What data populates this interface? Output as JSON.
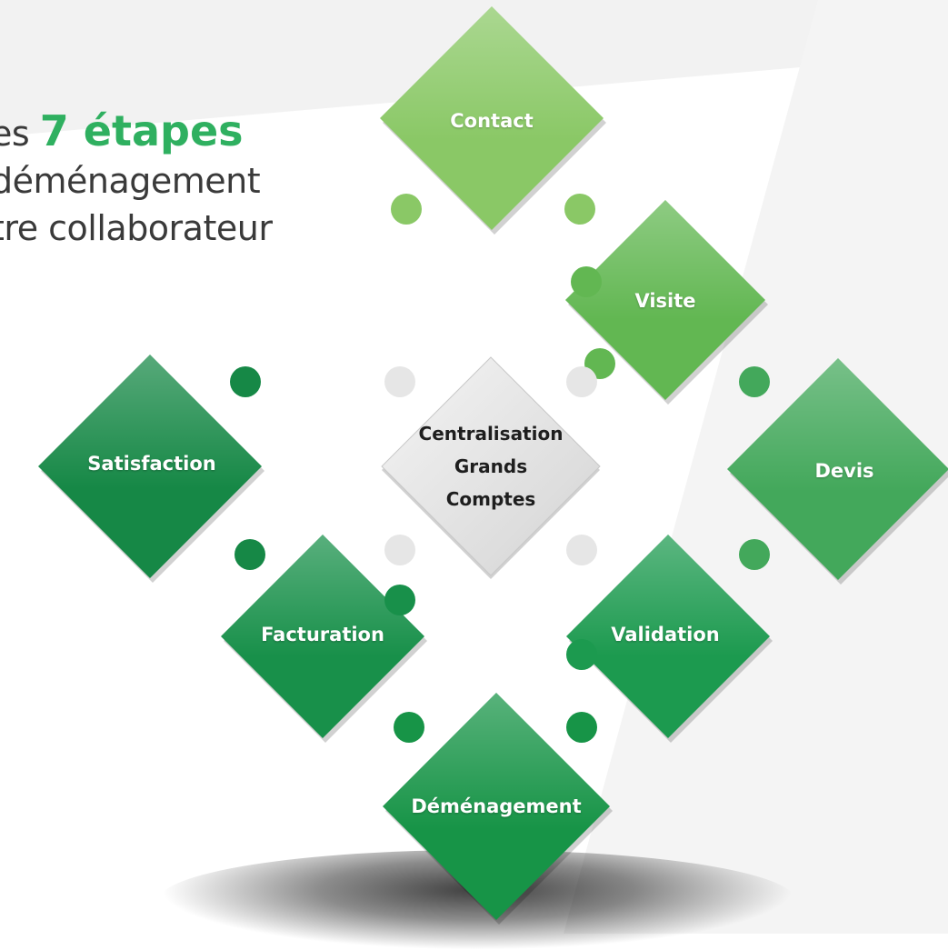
{
  "headline": {
    "line1_prefix": "es",
    "line1_highlight": "7 étapes",
    "line2": "déménagement",
    "line3": "tre collaborateur"
  },
  "center": {
    "lines": [
      "Centralisation",
      "Grands",
      "Comptes"
    ],
    "color": "#e6e6e6"
  },
  "steps": [
    {
      "label": "Contact",
      "color": "#8ac866"
    },
    {
      "label": "Visite",
      "color": "#62b752"
    },
    {
      "label": "Devis",
      "color": "#43a85b"
    },
    {
      "label": "Validation",
      "color": "#1c9a4f"
    },
    {
      "label": "Déménagement",
      "color": "#179447"
    },
    {
      "label": "Facturation",
      "color": "#18904a"
    },
    {
      "label": "Satisfaction",
      "color": "#168846"
    }
  ],
  "colors": {
    "accent": "#2fb060",
    "text": "#3a3a3a"
  }
}
